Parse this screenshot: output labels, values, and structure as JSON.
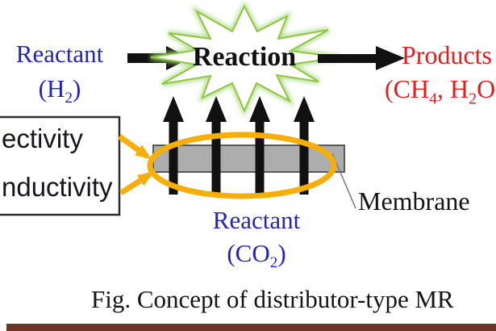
{
  "figure": {
    "caption": "Fig. Concept of distributor-type MR"
  },
  "flow": {
    "reactant_top": {
      "name": "Reactant",
      "formula_parts": [
        "(H",
        "2",
        ")"
      ]
    },
    "reaction_label": "Reaction",
    "products": {
      "name": "Products",
      "formula_parts": [
        "(CH",
        "4",
        ", H",
        "2",
        "O"
      ]
    },
    "reactant_bottom": {
      "name": "Reactant",
      "formula_parts": [
        "(CO",
        "2",
        ")"
      ]
    },
    "membrane_label": "Membrane"
  },
  "property_box": {
    "line1": "ectivity",
    "line2": "nductivity"
  },
  "colors": {
    "reactant_blue": "#2323BF",
    "products_red": "#DE2020",
    "highlight_yellow": "#F6AE0B",
    "starburst_green": "#8DC63F",
    "starburst_glow": "#A6D77A",
    "membrane_gray": "#ADADAD",
    "arrow_black": "#111111",
    "bottom_bar_maroon": "#6B3529"
  }
}
